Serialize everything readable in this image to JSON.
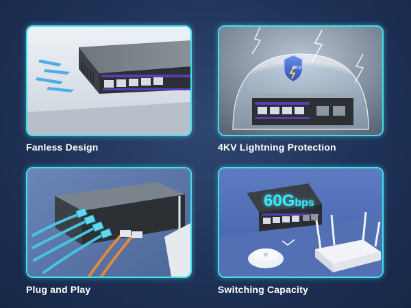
{
  "features": [
    {
      "caption": "Fanless Design"
    },
    {
      "caption": "4KV Lightning Protection",
      "shield_text": "4KV"
    },
    {
      "caption": "Plug and Play"
    },
    {
      "caption": "Switching Capacity",
      "speed_value": "60G",
      "speed_unit": "bps"
    }
  ],
  "colors": {
    "accent": "#3fe0ee",
    "background": "#1f3358",
    "port_strip": "#5a3db8"
  }
}
